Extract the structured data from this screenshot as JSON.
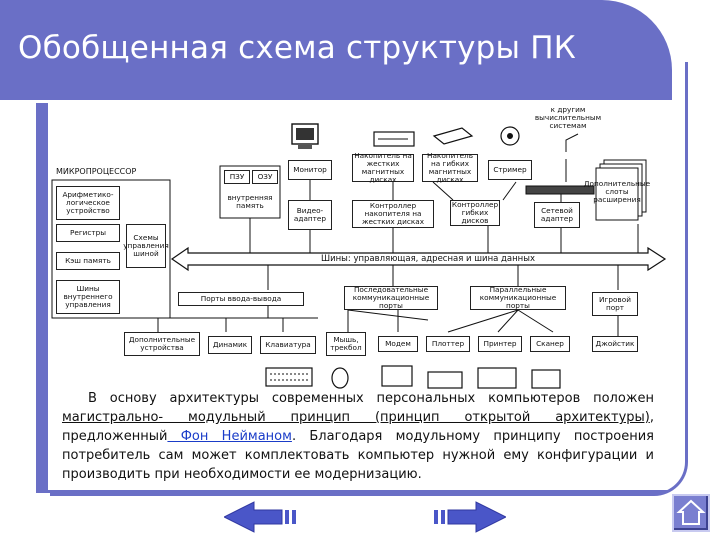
{
  "title": "Обобщенная схема структуры ПК",
  "diagram": {
    "to_other_systems": "к другим вычислительным системам",
    "microprocessor": "МИКРОПРОЦЕССОР",
    "alu": "Арифметико-логическое устройство",
    "registers": "Регистры",
    "cache": "Кэш память",
    "internal_bus": "Шины внутреннего управления",
    "control_circuits": "Схемы управления шиной",
    "rom": "ПЗУ",
    "ram": "ОЗУ",
    "internal_memory": "внутренняя память",
    "monitor": "Монитор",
    "video_adapter": "Видео-адаптер",
    "hdd": "Накопитель на жестких магнитных дисках",
    "fdd": "Накопитель на гибких магнитных дисках",
    "printer_top": "Стример",
    "hdd_controller": "Контроллер накопителя на жестких дисках",
    "fdd_controller": "Контроллер гибких дисков",
    "network_adapter": "Сетевой адаптер",
    "extension_slots": "Дополнительные слоты расширения",
    "bus_label": "Шины: управляющая, адресная и шина данных",
    "io_ports": "Порты ввода-вывода",
    "serial_ports": "Последовательные коммуникационные порты",
    "parallel_ports": "Параллельные коммуникационные порты",
    "game_port": "Игровой порт",
    "extra_devices": "Дополнительные устройства",
    "speaker": "Динамик",
    "keyboard": "Клавиатура",
    "mouse": "Мышь, трекбол",
    "modem": "Модем",
    "plotter": "Плоттер",
    "printer": "Принтер",
    "scanner": "Сканер",
    "joystick": "Джойстик"
  },
  "body": {
    "p1": "В основу архитектуры современных персональных компьютеров положен",
    "u1": "магистрально- модульный принцип (принцип открытой архитектуры)",
    "p2": ", предложенный",
    "link": " Фон Нейманом",
    "p3": ". Благодаря модульному принципу построения потребитель сам может комплектовать компьютер нужной ему конфигурации и производить при необходимости ее модернизацию."
  },
  "colors": {
    "accent": "#6a6fc6",
    "nav_arrow": "#4a56c8"
  }
}
